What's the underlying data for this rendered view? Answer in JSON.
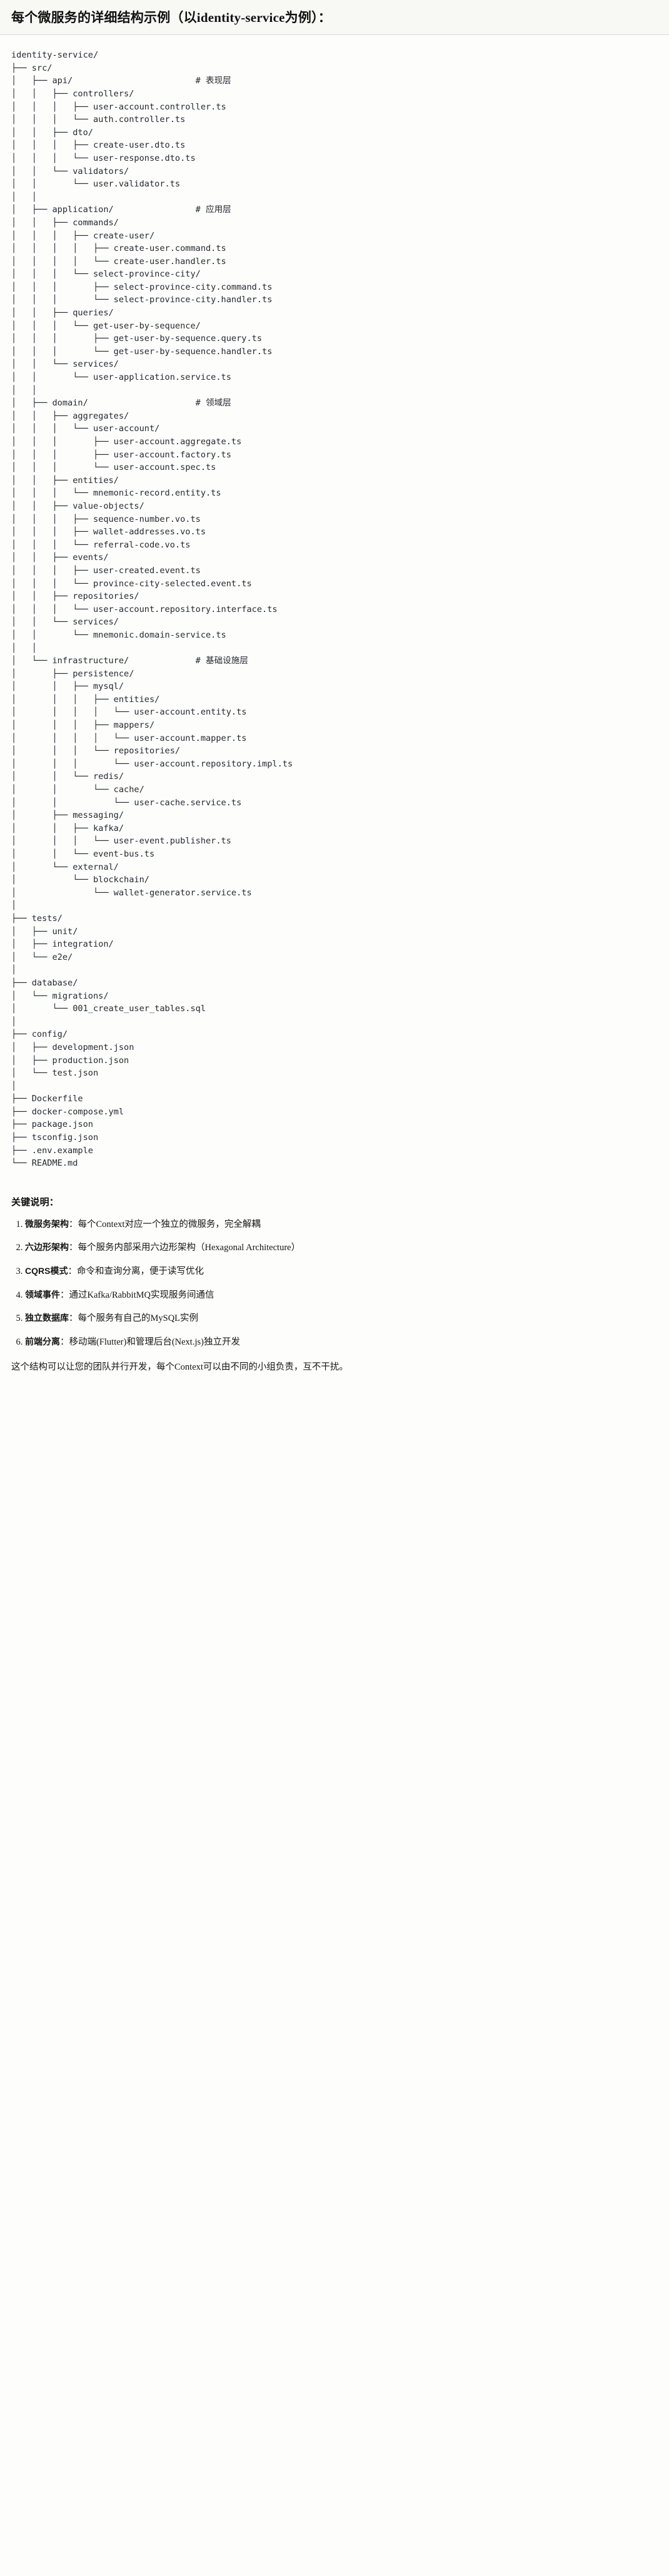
{
  "header": {
    "title": "每个微服务的详细结构示例（以identity-service为例）："
  },
  "tree": {
    "root": "identity-service/",
    "text": "identity-service/\n├── src/\n│   ├── api/                        # 表现层\n│   │   ├── controllers/\n│   │   │   ├── user-account.controller.ts\n│   │   │   └── auth.controller.ts\n│   │   ├── dto/\n│   │   │   ├── create-user.dto.ts\n│   │   │   └── user-response.dto.ts\n│   │   └── validators/\n│   │       └── user.validator.ts\n│   │\n│   ├── application/                # 应用层\n│   │   ├── commands/\n│   │   │   ├── create-user/\n│   │   │   │   ├── create-user.command.ts\n│   │   │   │   └── create-user.handler.ts\n│   │   │   └── select-province-city/\n│   │   │       ├── select-province-city.command.ts\n│   │   │       └── select-province-city.handler.ts\n│   │   ├── queries/\n│   │   │   └── get-user-by-sequence/\n│   │   │       ├── get-user-by-sequence.query.ts\n│   │   │       └── get-user-by-sequence.handler.ts\n│   │   └── services/\n│   │       └── user-application.service.ts\n│   │\n│   ├── domain/                     # 领域层\n│   │   ├── aggregates/\n│   │   │   └── user-account/\n│   │   │       ├── user-account.aggregate.ts\n│   │   │       ├── user-account.factory.ts\n│   │   │       └── user-account.spec.ts\n│   │   ├── entities/\n│   │   │   └── mnemonic-record.entity.ts\n│   │   ├── value-objects/\n│   │   │   ├── sequence-number.vo.ts\n│   │   │   ├── wallet-addresses.vo.ts\n│   │   │   └── referral-code.vo.ts\n│   │   ├── events/\n│   │   │   ├── user-created.event.ts\n│   │   │   └── province-city-selected.event.ts\n│   │   ├── repositories/\n│   │   │   └── user-account.repository.interface.ts\n│   │   └── services/\n│   │       └── mnemonic.domain-service.ts\n│   │\n│   └── infrastructure/             # 基础设施层\n│       ├── persistence/\n│       │   ├── mysql/\n│       │   │   ├── entities/\n│       │   │   │   └── user-account.entity.ts\n│       │   │   ├── mappers/\n│       │   │   │   └── user-account.mapper.ts\n│       │   │   └── repositories/\n│       │   │       └── user-account.repository.impl.ts\n│       │   └── redis/\n│       │       └── cache/\n│       │           └── user-cache.service.ts\n│       ├── messaging/\n│       │   ├── kafka/\n│       │   │   └── user-event.publisher.ts\n│       │   └── event-bus.ts\n│       └── external/\n│           └── blockchain/\n│               └── wallet-generator.service.ts\n│\n├── tests/\n│   ├── unit/\n│   ├── integration/\n│   └── e2e/\n│\n├── database/\n│   └── migrations/\n│       └── 001_create_user_tables.sql\n│\n├── config/\n│   ├── development.json\n│   ├── production.json\n│   └── test.json\n│\n├── Dockerfile\n├── docker-compose.yml\n├── package.json\n├── tsconfig.json\n├── .env.example\n└── README.md",
    "layer_comments": [
      "# 表现层",
      "# 应用层",
      "# 领域层",
      "# 基础设施层"
    ]
  },
  "notes": {
    "heading": "关键说明：",
    "items": [
      {
        "term": "微服务架构",
        "sep": "：",
        "desc": "每个Context对应一个独立的微服务，完全解耦"
      },
      {
        "term": "六边形架构",
        "sep": "：",
        "desc": "每个服务内部采用六边形架构（Hexagonal Architecture）"
      },
      {
        "term": "CQRS模式",
        "sep": "：",
        "desc": "命令和查询分离，便于读写优化"
      },
      {
        "term": "领域事件",
        "sep": "：",
        "desc": "通过Kafka/RabbitMQ实现服务间通信"
      },
      {
        "term": "独立数据库",
        "sep": "：",
        "desc": "每个服务有自己的MySQL实例"
      },
      {
        "term": "前端分离",
        "sep": "：",
        "desc": "移动端(Flutter)和管理后台(Next.js)独立开发"
      }
    ],
    "closing": "这个结构可以让您的团队并行开发，每个Context可以由不同的小组负责，互不干扰。"
  },
  "colors": {
    "page_background": "#fdfdfc",
    "title_background": "#f8f8f4",
    "title_border": "#dcdcd4",
    "code_text": "#24292f",
    "body_text": "#161616"
  }
}
